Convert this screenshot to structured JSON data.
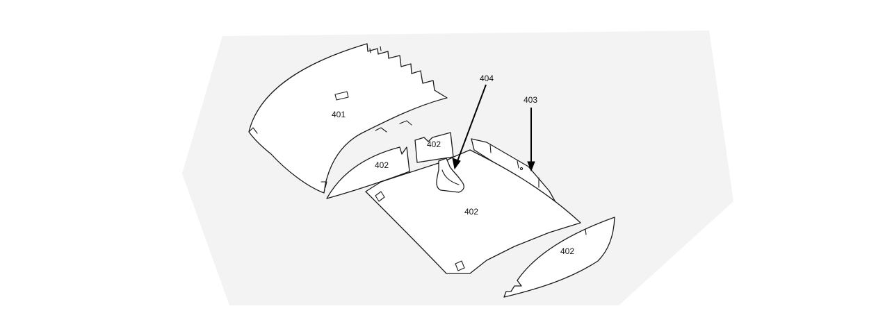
{
  "parts": {
    "part_401": {
      "ref": "401"
    },
    "part_402_left": {
      "ref": "402"
    },
    "part_402_small": {
      "ref": "402"
    },
    "part_402_base": {
      "ref": "402"
    },
    "part_402_right": {
      "ref": "402"
    }
  },
  "callouts": {
    "callout_404": {
      "ref": "404"
    },
    "callout_403": {
      "ref": "403"
    }
  }
}
